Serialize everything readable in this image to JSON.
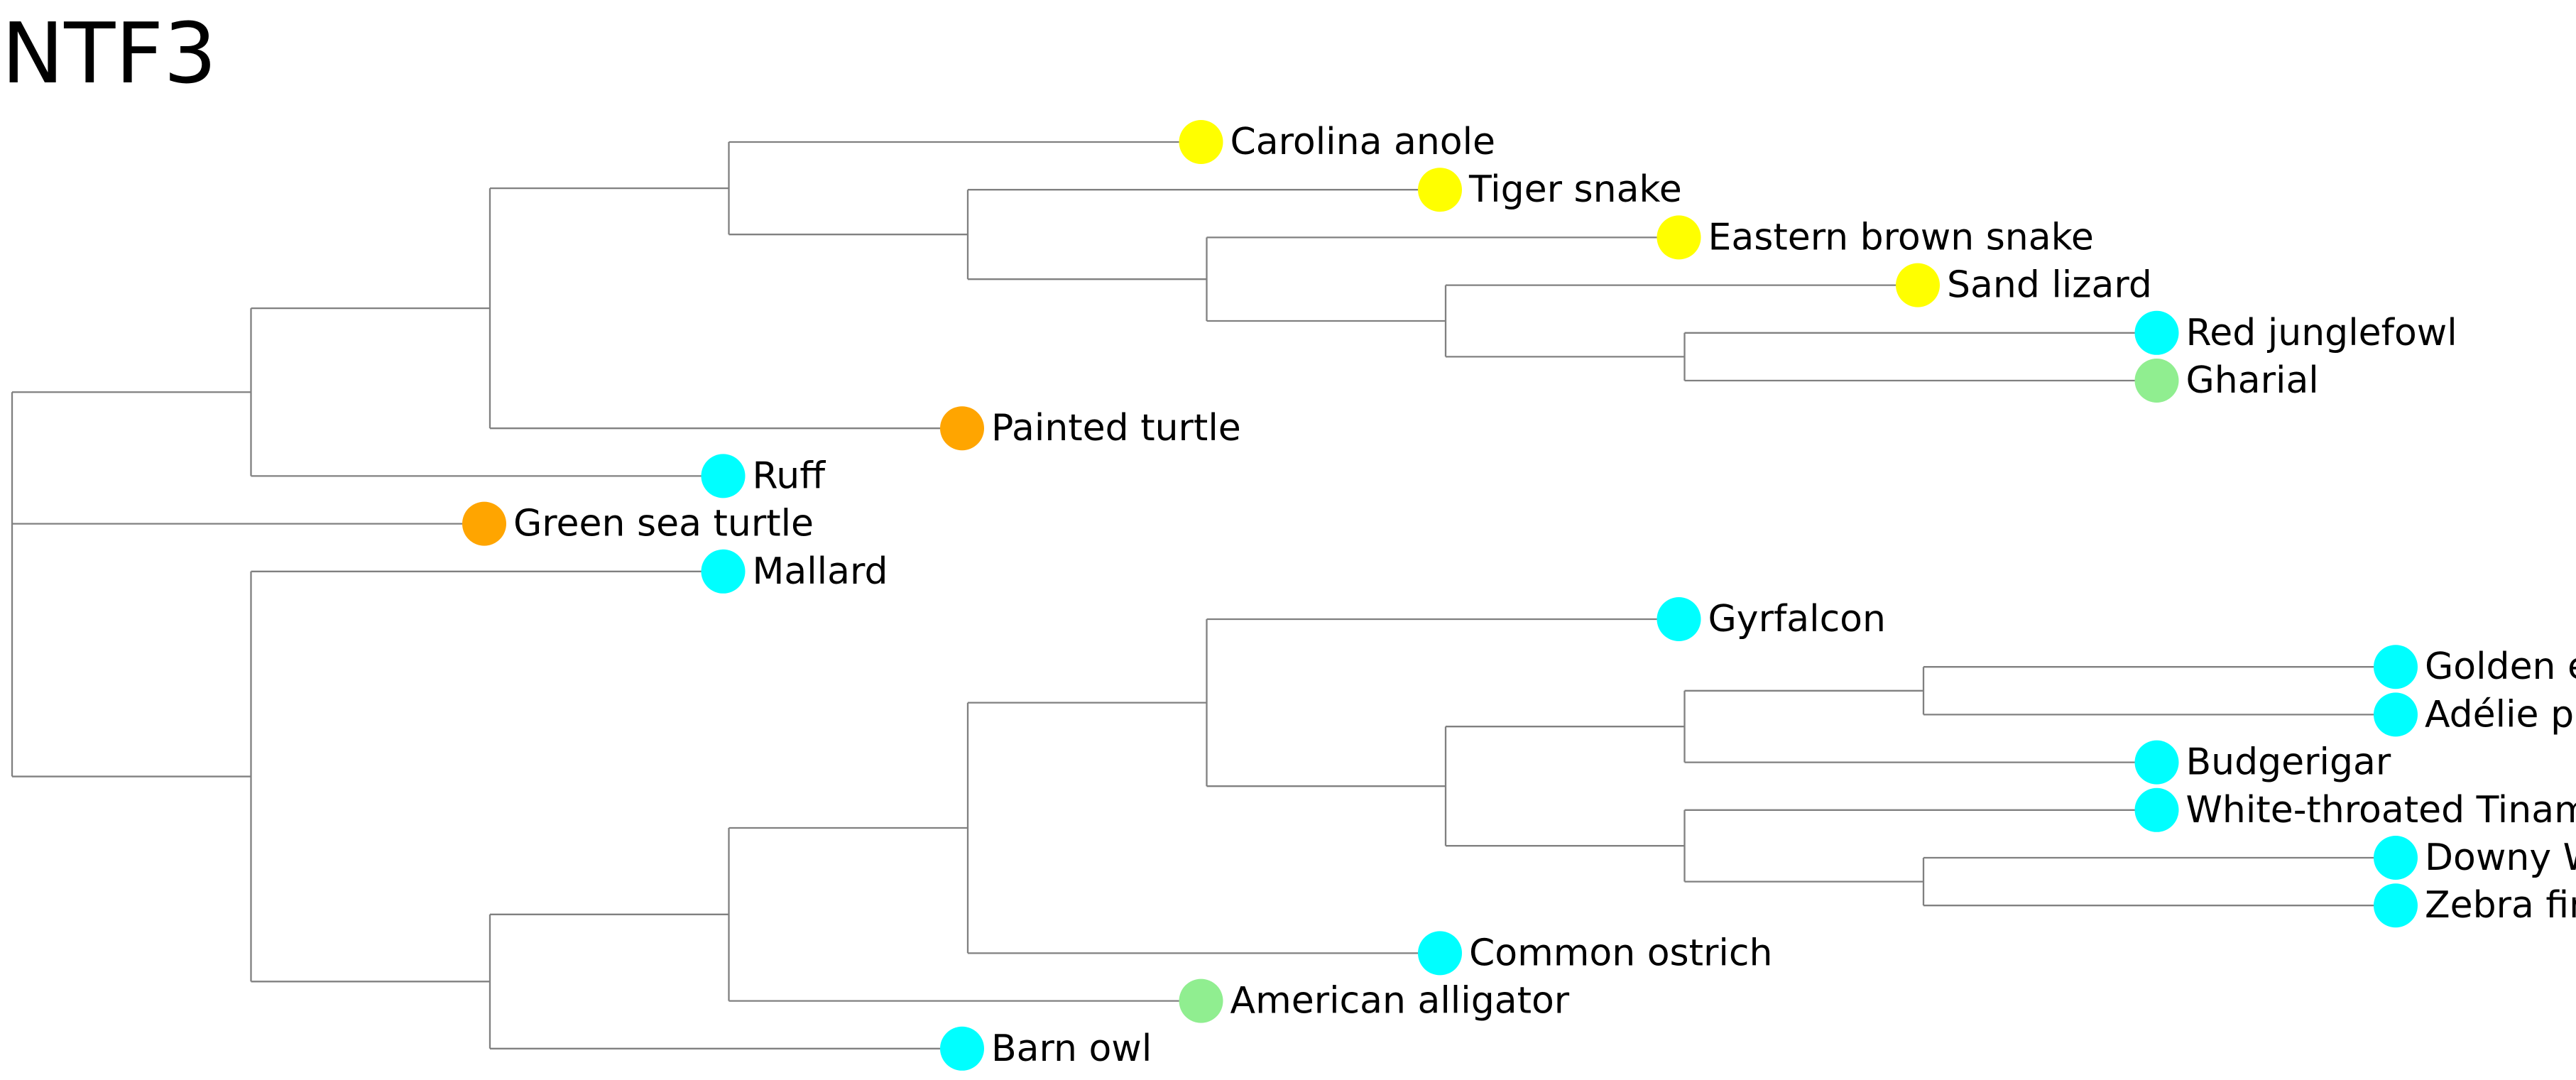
{
  "title": "NTF3",
  "colors": {
    "reptile": "#FFFF00",
    "bird": "#00FFFF",
    "turtle": "#FFA500",
    "crocodilian": "#90EE90",
    "branch": "#808080"
  },
  "leaves": [
    {
      "name": "Carolina anole",
      "group": "reptile"
    },
    {
      "name": "Tiger snake",
      "group": "reptile"
    },
    {
      "name": "Eastern brown snake",
      "group": "reptile"
    },
    {
      "name": "Sand lizard",
      "group": "reptile"
    },
    {
      "name": "Red junglefowl",
      "group": "bird"
    },
    {
      "name": "Gharial",
      "group": "crocodilian"
    },
    {
      "name": "Painted turtle",
      "group": "turtle"
    },
    {
      "name": "Ruff",
      "group": "bird"
    },
    {
      "name": "Green sea turtle",
      "group": "turtle"
    },
    {
      "name": "Mallard",
      "group": "bird"
    },
    {
      "name": "Gyrfalcon",
      "group": "bird"
    },
    {
      "name": "Golden eagle",
      "group": "bird"
    },
    {
      "name": "Adélie penguin",
      "group": "bird"
    },
    {
      "name": "Budgerigar",
      "group": "bird"
    },
    {
      "name": "White-throated Tinamou",
      "group": "bird"
    },
    {
      "name": "Downy Woodpecker",
      "group": "bird"
    },
    {
      "name": "Zebra finch",
      "group": "bird"
    },
    {
      "name": "Common ostrich",
      "group": "bird"
    },
    {
      "name": "American alligator",
      "group": "crocodilian"
    },
    {
      "name": "Barn owl",
      "group": "bird"
    }
  ],
  "tree": [
    "Green sea turtle",
    [
      [
        [
          "Carolina anole",
          [
            "Tiger snake",
            [
              "Eastern brown snake",
              [
                "Sand lizard",
                [
                  "Red junglefowl",
                  "Gharial"
                ]
              ]
            ]
          ]
        ],
        "Painted turtle"
      ],
      "Ruff"
    ],
    [
      "Mallard",
      [
        [
          [
            [
              "Gyrfalcon",
              [
                [
                  [
                    "Golden eagle",
                    "Adélie penguin"
                  ],
                  "Budgerigar"
                ],
                [
                  "White-throated Tinamou",
                  [
                    "Downy Woodpecker",
                    "Zebra finch"
                  ]
                ]
              ]
            ],
            "Common ostrich"
          ],
          "American alligator"
        ],
        "Barn owl"
      ]
    ]
  ]
}
